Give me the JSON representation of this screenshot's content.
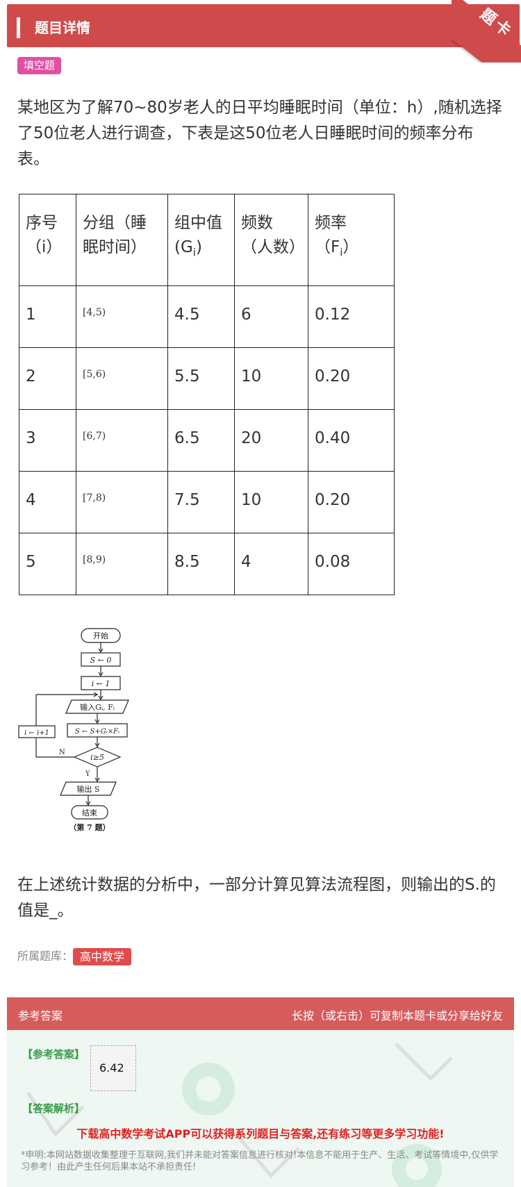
{
  "header": {
    "title": "题目详情",
    "corner": "题卡"
  },
  "question": {
    "type_tag": "填空题",
    "stem": "某地区为了解70~80岁老人的日平均睡眠时间（单位：h）,随机选择了50位老人进行调查，下表是这50位老人日睡眠时间的频率分布表。",
    "tail": "在上述统计数据的分析中，一部分计算见算法流程图，则输出的S.的值是_。"
  },
  "table": {
    "headers": {
      "no": "序号（i）",
      "group": "分组（睡眠时间）",
      "mid_a": "组中值(G",
      "mid_sub": "i",
      "mid_b": ")",
      "count": "频数（人数）",
      "freq_a": "频率（F",
      "freq_sub": "i",
      "freq_b": "）"
    },
    "rows": [
      {
        "no": "1",
        "interval": "[4,5)",
        "mid": "4.5",
        "count": "6",
        "freq": "0.12"
      },
      {
        "no": "2",
        "interval": "[5,6)",
        "mid": "5.5",
        "count": "10",
        "freq": "0.20"
      },
      {
        "no": "3",
        "interval": "[6,7)",
        "mid": "6.5",
        "count": "20",
        "freq": "0.40"
      },
      {
        "no": "4",
        "interval": "[7,8)",
        "mid": "7.5",
        "count": "10",
        "freq": "0.20"
      },
      {
        "no": "5",
        "interval": "[8,9)",
        "mid": "8.5",
        "count": "4",
        "freq": "0.08"
      }
    ]
  },
  "flowchart": {
    "start": "开始",
    "s_init": "S ← 0",
    "i_init": "i ← 1",
    "input": "输入Gᵢ, Fᵢ",
    "update": "S ← S+Gᵢ×Fᵢ",
    "increment": "i ← i+1",
    "cond": "i≥5",
    "no": "N",
    "yes": "Y",
    "output": "输出 S",
    "end": "结束",
    "caption": "（第 7 题）"
  },
  "library": {
    "label": "所属题库：",
    "tag": "高中数学"
  },
  "answer": {
    "bar_left": "参考答案",
    "bar_right": "长按（或右击）可复制本题卡或分享给好友",
    "ref_label": "【参考答案】",
    "ref_value": "6.42",
    "analysis_label": "【答案解析】",
    "promo": "下载高中数学考试APP可以获得系列题目与答案,还有练习等更多学习功能!",
    "disclaimer": "*申明:本网站数据收集整理于互联网,我们并未能对答案信息进行核对!本信息不能用于生产、生活、考试等情境中,仅供学习参考！由此产生任何后果本站不承担责任!"
  },
  "colors": {
    "header": "#cf4b4b",
    "tag_type": "#e14fa5",
    "tag_lib": "#e04b4b",
    "answer_bg": "#eef7f1",
    "promo": "#e32121"
  }
}
